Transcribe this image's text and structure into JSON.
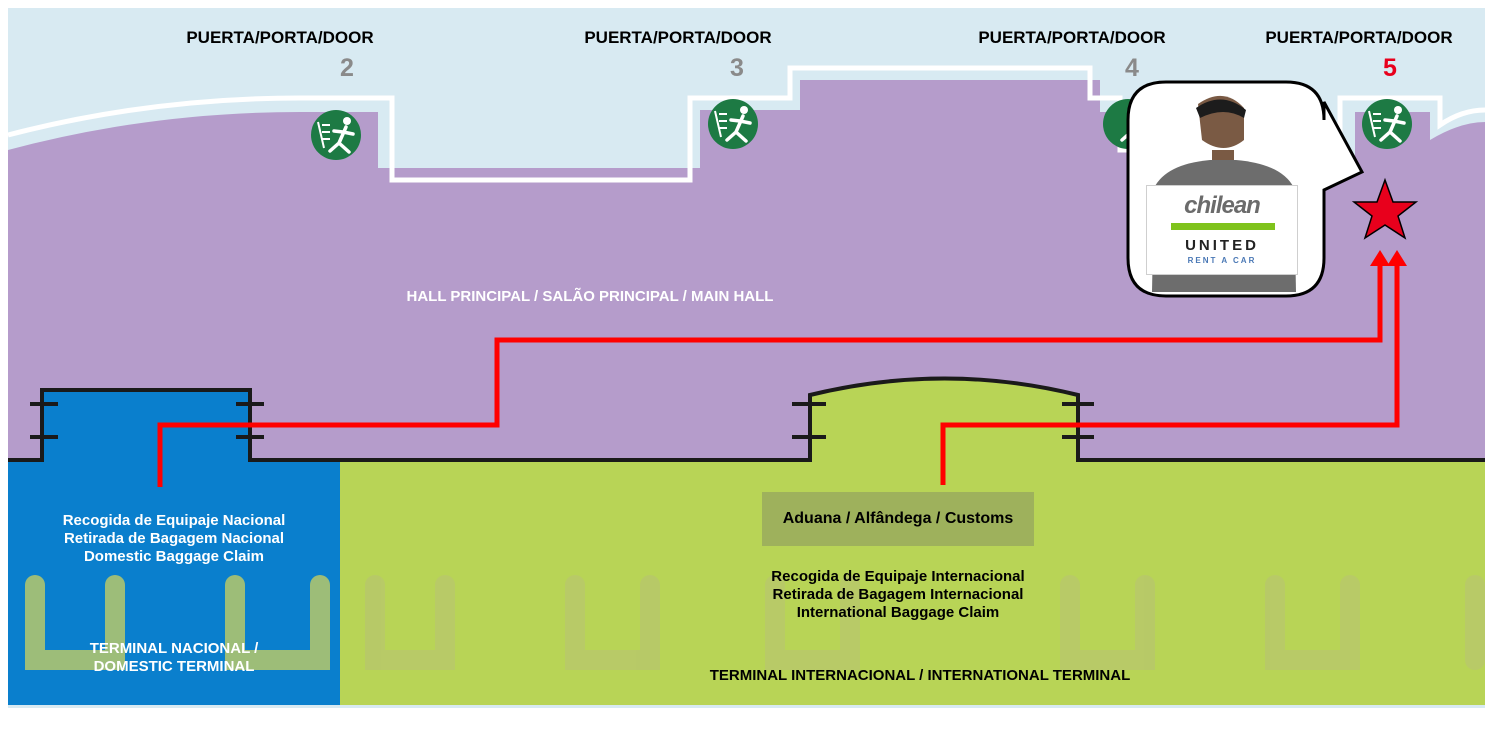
{
  "colors": {
    "background": "#ffffff",
    "corridor": "#d8eaf2",
    "main_hall": "#b59ccb",
    "domestic_terminal": "#0a7fcd",
    "international_terminal": "#b8d456",
    "customs_box": "#9eb15c",
    "exit_icon": "#1d7a44",
    "route": "#ff0000",
    "destination_star": "#e8001c",
    "active_door": "#e8001c",
    "inactive_door": "#8a8a8a"
  },
  "doors": [
    {
      "label": "PUERTA/PORTA/DOOR",
      "number": "2",
      "active": false,
      "icon": "emergency-exit-icon"
    },
    {
      "label": "PUERTA/PORTA/DOOR",
      "number": "3",
      "active": false,
      "icon": "emergency-exit-icon"
    },
    {
      "label": "PUERTA/PORTA/DOOR",
      "number": "4",
      "active": false,
      "icon": "emergency-exit-icon"
    },
    {
      "label": "PUERTA/PORTA/DOOR",
      "number": "5",
      "active": true,
      "icon": "emergency-exit-icon"
    }
  ],
  "main_hall": {
    "label": "HALL PRINCIPAL / SALÃO PRINCIPAL / MAIN HALL"
  },
  "domestic": {
    "baggage_claim": [
      "Recogida de Equipaje Nacional",
      "Retirada de Bagagem Nacional",
      "Domestic Baggage Claim"
    ],
    "terminal": [
      "TERMINAL NACIONAL /",
      "DOMESTIC TERMINAL"
    ]
  },
  "international": {
    "customs": "Aduana / Alfândega / Customs",
    "baggage_claim": [
      "Recogida de Equipaje Internacional",
      "Retirada de Bagagem Internacional",
      "International Baggage Claim"
    ],
    "terminal": "TERMINAL INTERNACIONAL / INTERNATIONAL TERMINAL"
  },
  "callout": {
    "brand_line_1": "chilean",
    "brand_line_2": "UNITED",
    "brand_line_3": "RENT A CAR",
    "icon": "rental-agent-person-icon"
  },
  "destination": {
    "icon": "star-icon"
  }
}
